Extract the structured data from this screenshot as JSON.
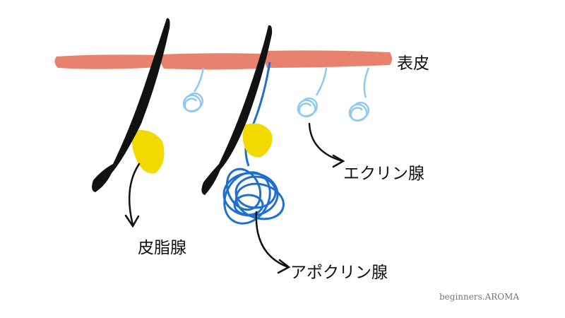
{
  "labels": {
    "epidermis": "表皮",
    "eccrine": "エクリン腺",
    "sebaceous": "皮脂腺",
    "apocrine": "アポクリン腺"
  },
  "watermark": "beginners.AROMA",
  "colors": {
    "epidermis": "#E8826E",
    "hair": "#111111",
    "sebaceous": "#F2D900",
    "eccrine": "#8EC9EE",
    "apocrine": "#1E6FD0"
  }
}
